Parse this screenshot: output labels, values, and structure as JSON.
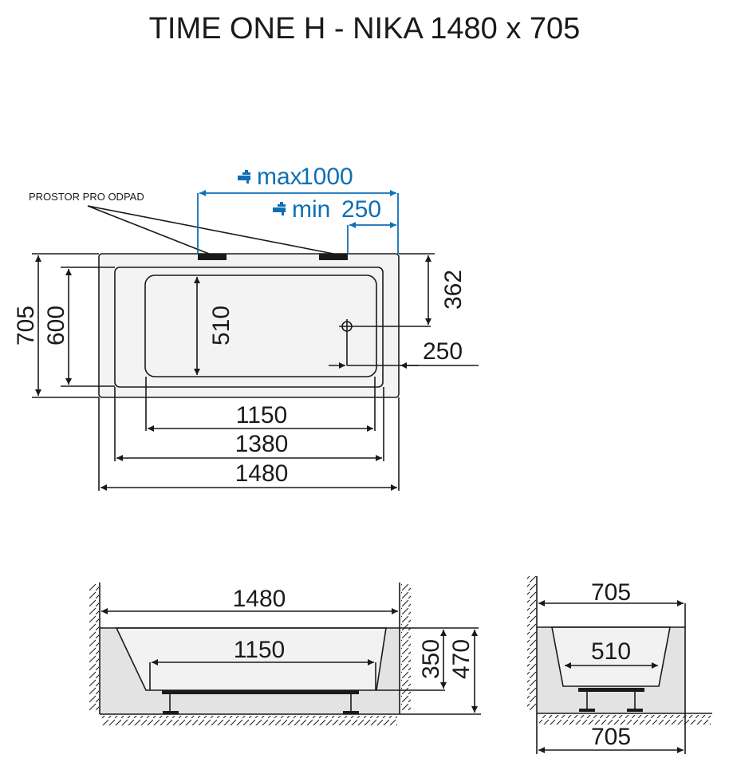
{
  "title": "TIME ONE H - NIKA 1480 x 705",
  "colors": {
    "line": "#1a1a1a",
    "accent_blue": "#0f6fb4",
    "fill_light": "#f2f2f2",
    "fill_gray": "#e3e3e3"
  },
  "plan_view": {
    "callout_label": "PROSTOR PRO ODPAD",
    "faucet_max_prefix": "max",
    "faucet_max_value": "1000",
    "faucet_min_prefix": "min",
    "faucet_min_value": "250",
    "dim_overall_length": "1480",
    "dim_inner_length": "1380",
    "dim_bottom_length": "1150",
    "dim_overall_width": "705",
    "dim_inner_width": "600",
    "dim_bottom_width": "510",
    "dim_drain_from_edge": "362",
    "dim_drain_from_end": "250"
  },
  "side_view": {
    "dim_length": "1480",
    "dim_bottom_length": "1150",
    "dim_depth": "350",
    "dim_height": "470"
  },
  "end_view": {
    "dim_top_width": "705",
    "dim_bottom_width": "510",
    "dim_base_width": "705"
  }
}
